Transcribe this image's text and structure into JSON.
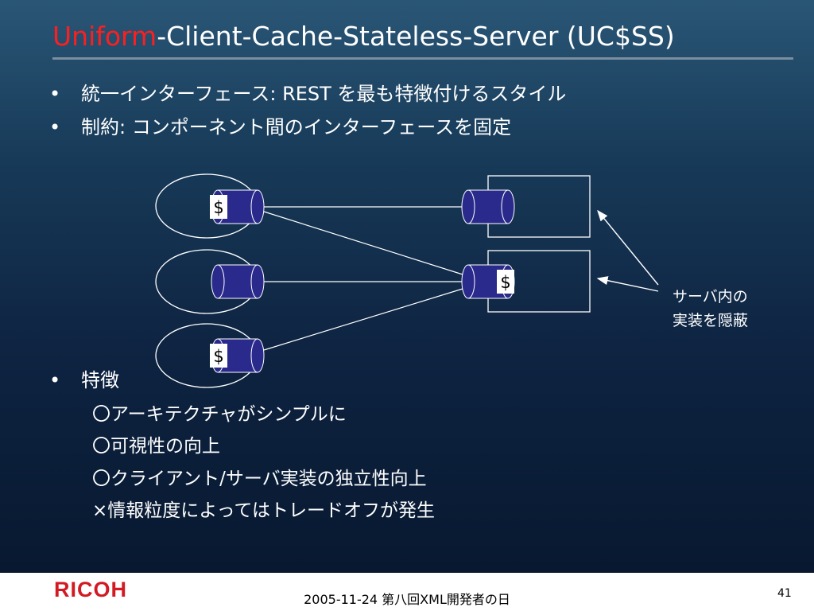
{
  "title": {
    "accent": "Uniform",
    "rest": "-Client-Cache-Stateless-Server (UC$SS)"
  },
  "bullets": [
    {
      "marker": "•",
      "text": "統一インターフェース:  REST を最も特徴付けるスタイル"
    },
    {
      "marker": "•",
      "text": "制約:  コンポーネント間のインターフェースを固定"
    },
    {
      "marker": "•",
      "text": "特徴"
    }
  ],
  "features": [
    "〇アーキテクチャがシンプルに",
    "〇可視性の向上",
    "〇クライアント/サーバ実装の独立性向上",
    "×情報粒度によってはトレードオフが発生"
  ],
  "diagram": {
    "cache_symbol": "$",
    "callout": "サーバ内の\n実装を隠蔽"
  },
  "footer": {
    "logo": "RICOH",
    "center": "2005-11-24 第八回XML開発者の日",
    "page": "41"
  },
  "colors": {
    "accent": "#ff1e1e",
    "connector": "#2a2a8c",
    "logo": "#d21a24"
  }
}
